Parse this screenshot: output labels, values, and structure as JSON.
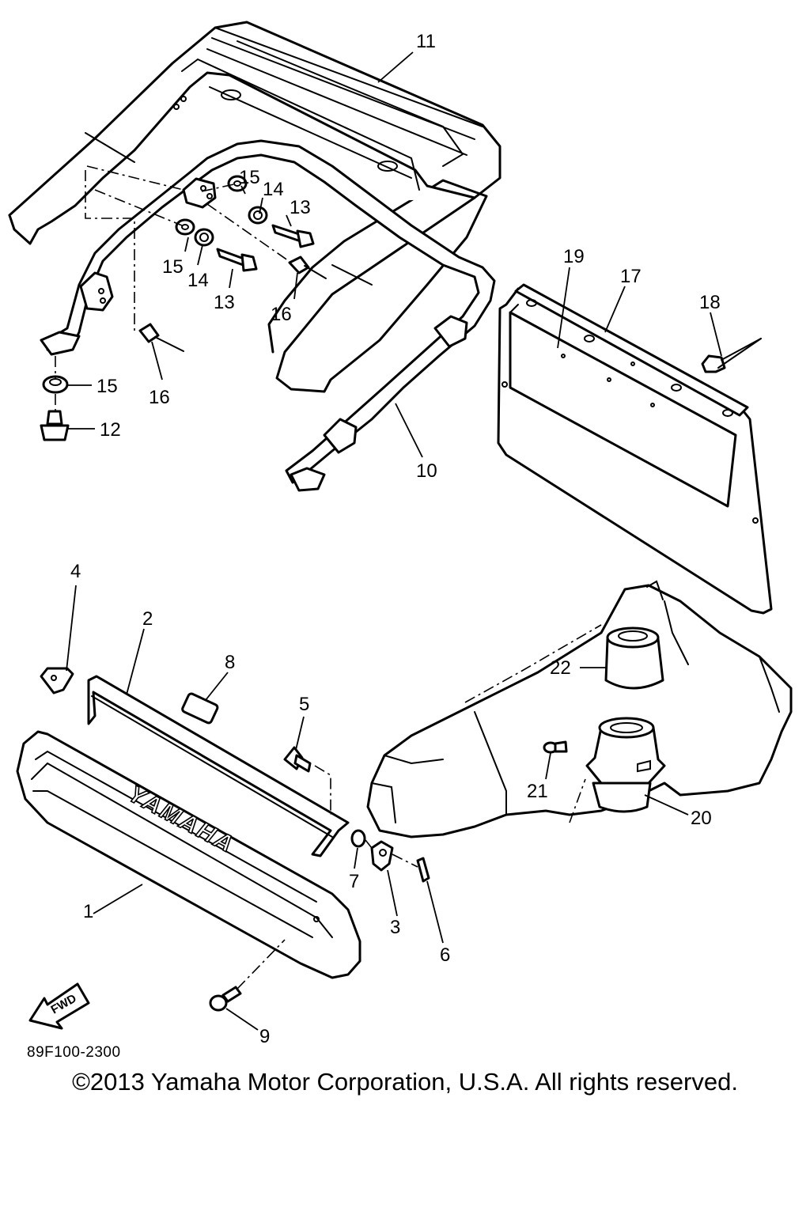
{
  "diagram": {
    "drawing_code": "89F100-2300",
    "copyright": "©2013 Yamaha Motor Corporation, U.S.A. All rights reserved.",
    "brand_stamp": "YAMAHA",
    "fwd_label": "FWD",
    "callouts": {
      "c1": "1",
      "c2": "2",
      "c3": "3",
      "c4": "4",
      "c5": "5",
      "c6": "6",
      "c7": "7",
      "c8": "8",
      "c9": "9",
      "c10": "10",
      "c11": "11",
      "c12": "12",
      "c13a": "13",
      "c13b": "13",
      "c14a": "14",
      "c14b": "14",
      "c15a": "15",
      "c15b": "15",
      "c15c": "15",
      "c16a": "16",
      "c16b": "16",
      "c17": "17",
      "c18": "18",
      "c19": "19",
      "c20": "20",
      "c21": "21",
      "c22": "22"
    }
  }
}
